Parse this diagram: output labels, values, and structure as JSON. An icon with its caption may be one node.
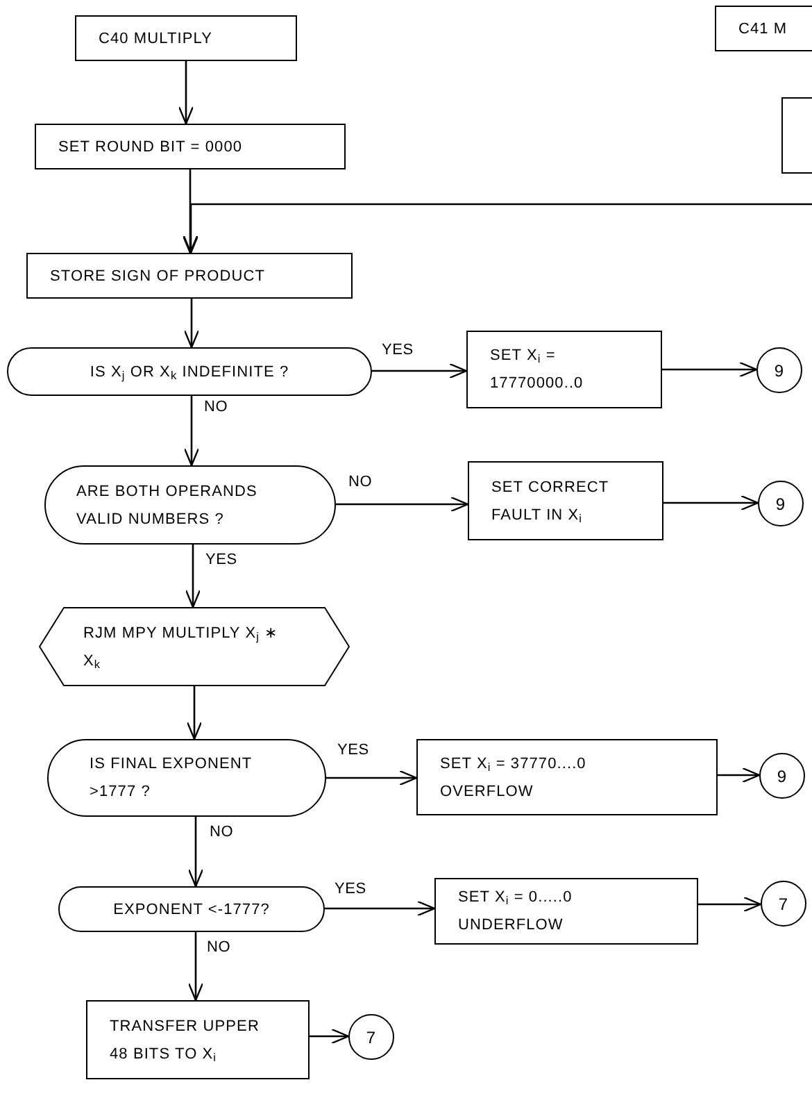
{
  "diagram": {
    "nodes": [
      {
        "text": [
          "C40 MULTIPLY"
        ]
      },
      {
        "text": [
          "C41 M"
        ]
      },
      {
        "text": [
          "SET ROUND BIT = 0000"
        ]
      },
      {
        "text": [],
        "shape": "box"
      },
      {
        "text": [
          "STORE SIGN OF PRODUCT"
        ]
      },
      {
        "text": [
          "IS X$_{j}$ OR X$_{k}$ INDEFINITE ?"
        ]
      },
      {
        "text": [
          "SET X$_{i}$ = 17770000..0"
        ]
      },
      {
        "text": [
          "9"
        ]
      },
      {
        "text": [
          "ARE BOTH OPERANDS VALID NUMBERS ?"
        ]
      },
      {
        "text": [
          "SET CORRECT FAULT IN X$_{i}$"
        ]
      },
      {
        "text": [
          "9"
        ]
      },
      {
        "text": [
          "RJM MPY MULTIPLY X$_{j}$ ∗ X$_{k}$"
        ]
      },
      {
        "text": [
          "IS FINAL EXPONENT >1777 ?"
        ]
      },
      {
        "text": [
          "SET X$_{i}$ = 37770....0 OVERFLOW"
        ]
      },
      {
        "text": [
          "9"
        ]
      },
      {
        "text": [
          "EXPONENT <-1777?"
        ]
      },
      {
        "text": [
          "SET X$_{i}$ = 0.....0 UNDERFLOW"
        ]
      },
      {
        "text": [
          "7"
        ]
      },
      {
        "text": [
          "TRANSFER UPPER 48 BITS TO X$_{i}$"
        ]
      },
      {
        "text": [
          "7"
        ]
      }
    ],
    "edges": [
      {
        "from": 0,
        "to": 2,
        "arrow": "to"
      },
      {
        "from": 2,
        "to": 4,
        "arrow": "to"
      },
      {
        "from": null,
        "to": 4,
        "arrow": "to"
      },
      {
        "from": 4,
        "to": 5,
        "arrow": "to"
      },
      {
        "from": 5,
        "to": 6,
        "arrow": "to",
        "label": "YES"
      },
      {
        "from": 6,
        "to": 7,
        "arrow": "to"
      },
      {
        "from": 5,
        "to": 8,
        "arrow": "to",
        "label": "NO"
      },
      {
        "from": 8,
        "to": 9,
        "arrow": "to",
        "label": "NO"
      },
      {
        "from": 9,
        "to": 10,
        "arrow": "to"
      },
      {
        "from": 8,
        "to": 11,
        "arrow": "to",
        "label": "YES"
      },
      {
        "from": 11,
        "to": 12,
        "arrow": "to"
      },
      {
        "from": 12,
        "to": 13,
        "arrow": "to",
        "label": "YES"
      },
      {
        "from": 13,
        "to": 14,
        "arrow": "to"
      },
      {
        "from": 12,
        "to": 15,
        "arrow": "to",
        "label": "NO"
      },
      {
        "from": 15,
        "to": 16,
        "arrow": "to",
        "label": "YES"
      },
      {
        "from": 16,
        "to": 17,
        "arrow": "to"
      },
      {
        "from": 15,
        "to": 18,
        "arrow": "to",
        "label": "NO"
      },
      {
        "from": 18,
        "to": 19,
        "arrow": "to"
      }
    ]
  }
}
